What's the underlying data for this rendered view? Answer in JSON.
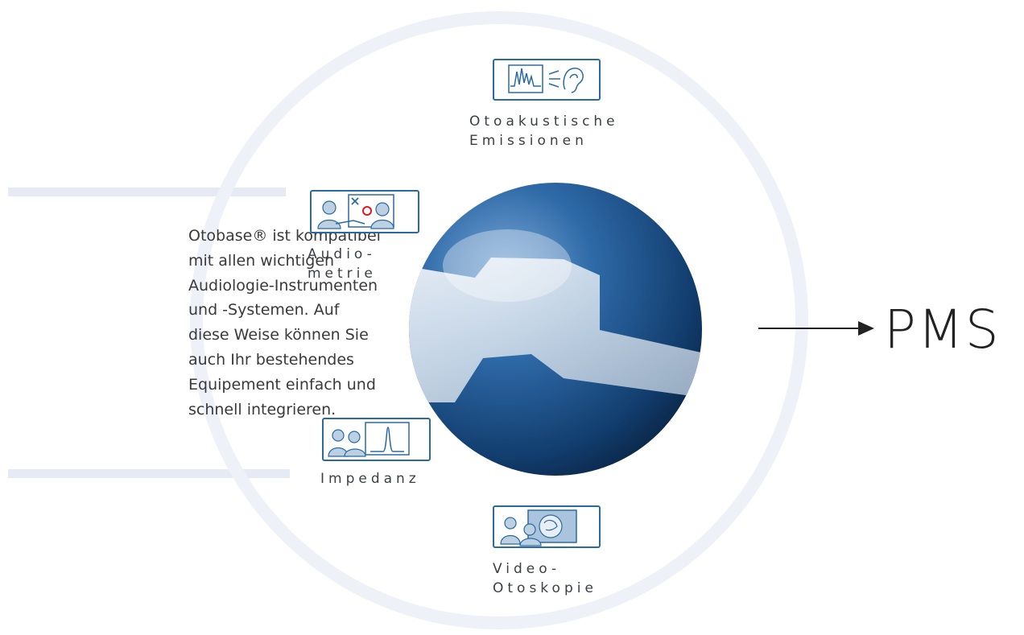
{
  "description": {
    "lines": [
      "Otobase® ist kompatibel",
      "mit allen wichtigen",
      "Audiologie-Instrumenten",
      "und -Systemen. Auf",
      "diese Weise können Sie",
      "auch Ihr bestehendes",
      "Equipement einfach und",
      "schnell integrieren."
    ]
  },
  "devices": {
    "oae": {
      "lines": [
        "Otoakustische",
        "Emissionen"
      ],
      "icon": "oae-waveform-ear-icon"
    },
    "audiometry": {
      "lines": [
        "Audio-",
        "metrie"
      ],
      "icon": "audiometry-icon"
    },
    "impedance": {
      "lines": [
        "Impedanz"
      ],
      "icon": "impedance-icon"
    },
    "video_otoscopy": {
      "lines": [
        "Video-",
        "Otoskopie"
      ],
      "icon": "video-otoscopy-icon"
    }
  },
  "target": {
    "label": "PMS"
  },
  "colors": {
    "icon_border": "#2a6aa3",
    "sphere": "#1d4a7c",
    "ring": "#eef1f7",
    "bars": "#e6eaf4",
    "arrow": "#222222"
  }
}
